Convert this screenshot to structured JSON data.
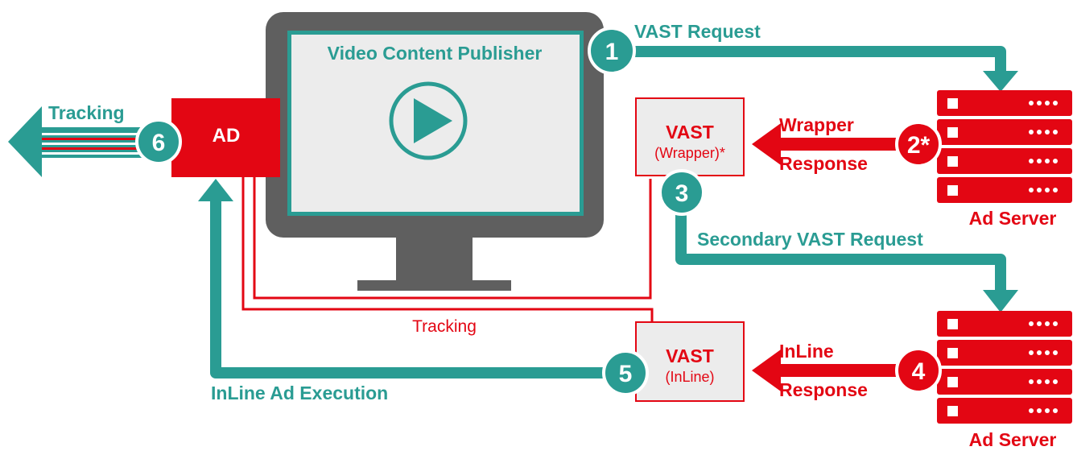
{
  "colors": {
    "teal": "#2a9c93",
    "red": "#e30613",
    "screen_gray": "#ececec",
    "monitor_gray": "#5f5f5f"
  },
  "publisher": {
    "title": "Video Content Publisher",
    "icon": "play-icon"
  },
  "ad_box": {
    "label": "AD"
  },
  "labels": {
    "vast_request": "VAST Request",
    "tracking_left": "Tracking",
    "wrapper": "Wrapper",
    "wrapper_response": "Response",
    "secondary_request": "Secondary VAST Request",
    "tracking_mid": "Tracking",
    "inline": "InLine",
    "inline_response": "Response",
    "inline_execution": "InLine Ad Execution"
  },
  "vast_wrapper": {
    "title": "VAST",
    "subtitle": "(Wrapper)*"
  },
  "vast_inline": {
    "title": "VAST",
    "subtitle": "(InLine)"
  },
  "servers": {
    "label_1": "Ad Server",
    "label_2": "Ad Server"
  },
  "steps": {
    "s1": "1",
    "s2": "2*",
    "s3": "3",
    "s4": "4",
    "s5": "5",
    "s6": "6"
  }
}
